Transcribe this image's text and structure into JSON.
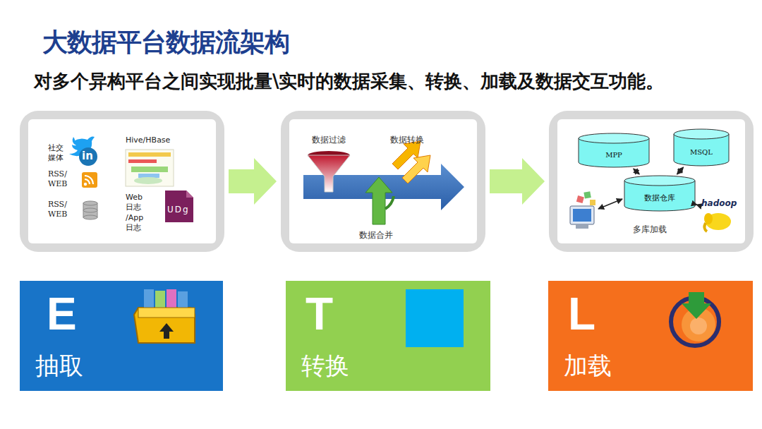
{
  "diagram": {
    "title": "大数据平台数据流架构",
    "nodes": [
      {
        "text": [
          "社交媒体",
          "RSS/ WEB",
          "RSS/ WEB",
          "Hive/HBase",
          "Web日志 /App日志"
        ]
      },
      {
        "text": [
          "数据过滤",
          "数据转换",
          "数据合并"
        ]
      },
      {
        "text": [
          "多库加载"
        ]
      },
      {
        "text": [
          "MPP"
        ],
        "in": 2
      },
      {
        "text": [
          "MSQL"
        ],
        "in": 2
      },
      {
        "text": [
          "数据仓库"
        ],
        "in": 2
      },
      {
        "text": [
          "hadoop"
        ],
        "in": 2
      },
      {
        "text": [
          "E",
          "抽取"
        ]
      },
      {
        "text": [
          "T",
          "转换"
        ]
      },
      {
        "text": [
          "L",
          "加载"
        ]
      }
    ],
    "edges": [
      {
        "from": 0,
        "to": 1,
        "arrow": "to"
      },
      {
        "from": 1,
        "to": 2,
        "arrow": "to"
      },
      {
        "from": 5,
        "to": 3,
        "arrow": "both"
      },
      {
        "from": 5,
        "to": 4,
        "arrow": "both"
      },
      {
        "from": 5,
        "to": 6,
        "arrow": "both"
      }
    ],
    "labels": [
      "对多个异构平台之间实现批量\\实时的数据采集、转换、加载及数据交互功能。",
      "in",
      "UDg"
    ]
  }
}
